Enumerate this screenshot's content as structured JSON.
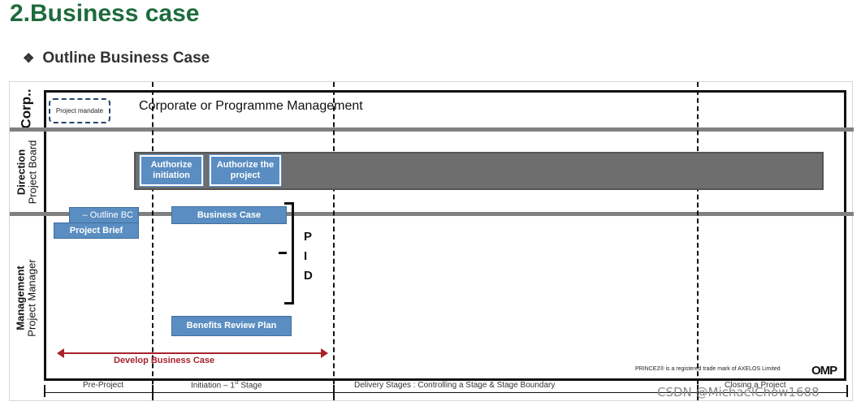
{
  "heading": {
    "title": "2.Business case",
    "subtitle": "Outline Business Case",
    "bullet_icon": "diamond-bullet-icon"
  },
  "lanes": {
    "corporate": "Corp..",
    "direction_line1": "Direction",
    "direction_line2": "Project Board",
    "management_line1": "Management",
    "management_line2": "Project Manager"
  },
  "corporate_row": {
    "mandate": "Project mandate",
    "text": "Corporate or Programme  Management"
  },
  "direction_row": {
    "authorize_initiation": "Authorize initiation",
    "authorize_project": "Authorize the project"
  },
  "management_row": {
    "outline_bc": "– Outline BC",
    "project_brief": "Project Brief",
    "business_case": "Business Case",
    "benefits_review_plan": "Benefits Review  Plan",
    "pid_letters": [
      "P",
      "I",
      "D"
    ],
    "develop_business_case": "Develop Business Case"
  },
  "stages": {
    "pre_project": "Pre-Project",
    "initiation": "Initiation – 1",
    "initiation_sup": "st",
    "initiation_tail": " Stage",
    "delivery": "Delivery Stages : Controlling a Stage & Stage Boundary",
    "closing": "Closing a Project"
  },
  "footer": {
    "trademark": "PRINCE2® is a registered trade mark of AXELOS Limited",
    "logo": "OMP",
    "watermark": "CSDN @MichaelChow1688"
  },
  "colors": {
    "title_green": "#1d6b3d",
    "process_blue": "#5a8dc1",
    "board_gray": "#6e6e6e",
    "develop_red": "#a8232b"
  }
}
